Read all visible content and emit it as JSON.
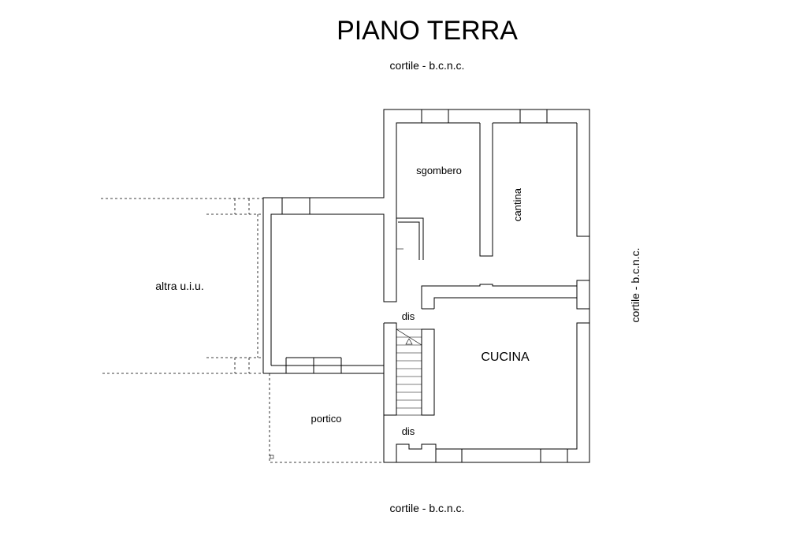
{
  "title": "PIANO TERRA",
  "labels": {
    "top": "cortile - b.c.n.c.",
    "bottom": "cortile - b.c.n.c.",
    "right": "cortile - b.c.n.c.",
    "left": "altra u.i.u."
  },
  "rooms": {
    "sgombero": "sgombero",
    "cantina": "cantina",
    "dis_upper": "dis",
    "cucina": "CUCINA",
    "portico": "portico",
    "dis_lower": "dis"
  }
}
